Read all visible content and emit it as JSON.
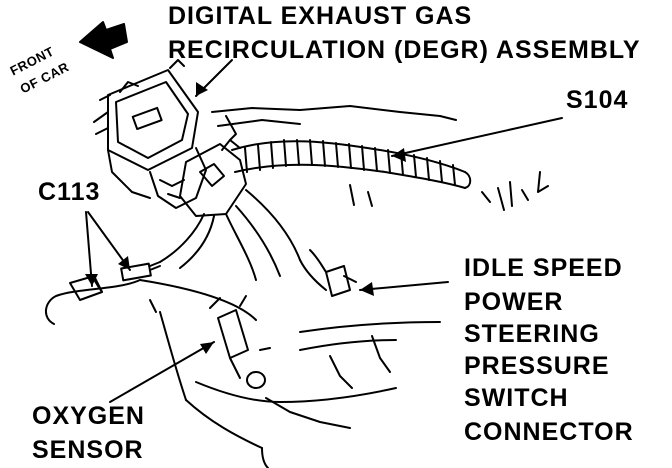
{
  "labels": {
    "degr_line1": "DIGITAL EXHAUST GAS",
    "degr_line2": "RECIRCULATION (DEGR) ASSEMBLY",
    "front_line1": "FRONT",
    "front_line2": "OF CAR",
    "s104": "S104",
    "c113": "C113",
    "idle_line1": "IDLE SPEED",
    "idle_line2": "POWER",
    "idle_line3": "STEERING",
    "idle_line4": "PRESSURE",
    "idle_line5": "SWITCH",
    "idle_line6": "CONNECTOR",
    "oxygen_line1": "OXYGEN",
    "oxygen_line2": "SENSOR"
  },
  "colors": {
    "ink": "#000000",
    "paper": "#ffffff"
  }
}
